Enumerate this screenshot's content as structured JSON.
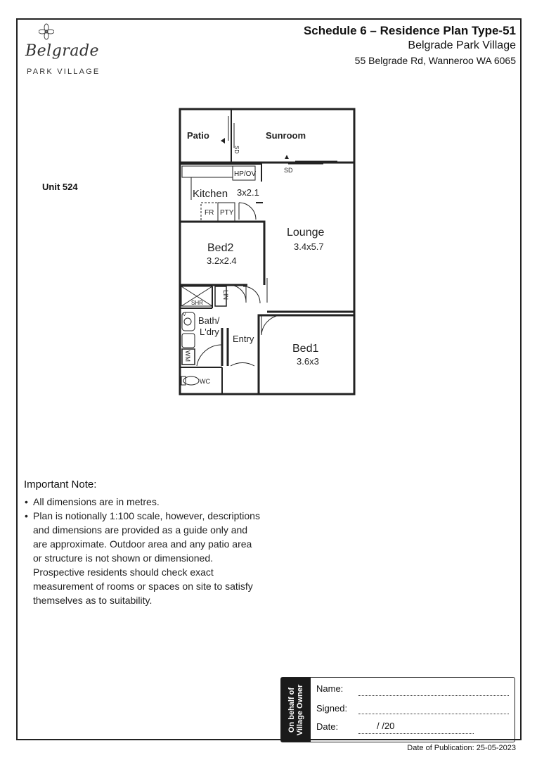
{
  "header": {
    "title": "Schedule 6 – Residence Plan Type-51",
    "village": "Belgrade Park Village",
    "address": "55 Belgrade Rd, Wanneroo WA 6065"
  },
  "logo": {
    "script": "Belgrade",
    "sub": "PARK VILLAGE"
  },
  "unit": "Unit 524",
  "plan": {
    "patio": "Patio",
    "sunroom": "Sunroom",
    "sd": "SD",
    "hp_ov": "HP/OV",
    "kitchen": "Kitchen",
    "kitchen_dim": "3x2.1",
    "fr": "FR",
    "pty": "PTY",
    "lounge": "Lounge",
    "lounge_dim": "3.4x5.7",
    "bed2": "Bed2",
    "bed2_dim": "3.2x2.4",
    "shr": "SHR",
    "lin": "LIN",
    "bath": "Bath/",
    "ldry": "L'dry",
    "wm": "WM",
    "entry": "Entry",
    "bed1": "Bed1",
    "bed1_dim": "3.6x3",
    "wc": "WC",
    "v": "V"
  },
  "note": {
    "title": "Important Note:",
    "items": [
      "All dimensions are in metres.",
      "Plan is notionally 1:100 scale, however, descriptions and dimensions are provided as a guide only and are approximate. Outdoor area and any patio area or structure is not shown or dimensioned. Prospective residents should check exact measurement of rooms or spaces on site to satisfy themselves as to suitability."
    ]
  },
  "signature": {
    "side_line1": "On behalf of",
    "side_line2": "Village Owner",
    "name_label": "Name:",
    "signed_label": "Signed:",
    "date_label": "Date:",
    "date_value": "/        /20"
  },
  "publication": "Date of Publication: 25-05-2023"
}
